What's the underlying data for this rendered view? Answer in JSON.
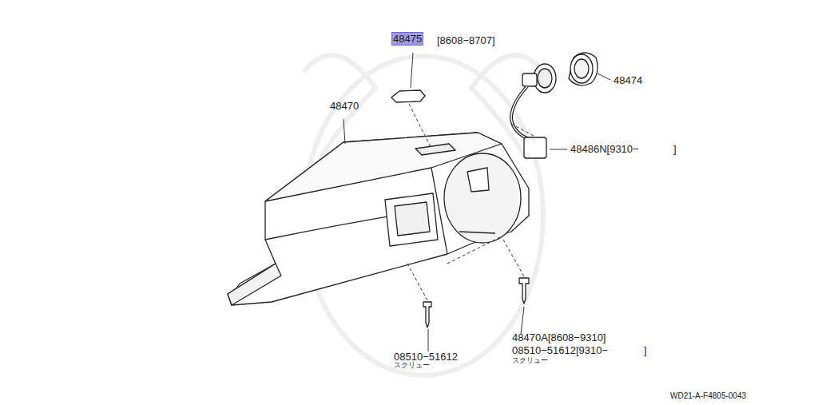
{
  "diagram": {
    "labels": [
      "48475",
      "[8608−8707]",
      "48470",
      "48474",
      "48486N[9310−",
      "]",
      "48470A[8608−9310]",
      "08510−51612[9310−",
      "]",
      "スクリュー",
      "08510−51612",
      "スクリュー",
      "WD21-A-F4805-0043"
    ]
  }
}
